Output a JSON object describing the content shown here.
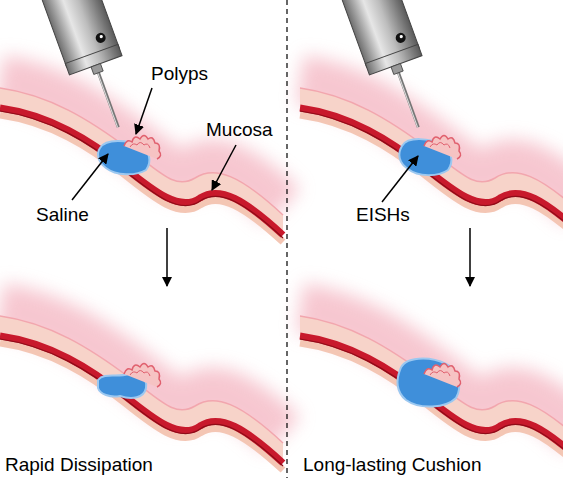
{
  "diagram": {
    "labels": [
      "Polyps",
      "Mucosa",
      "Saline",
      "EISHs",
      "Rapid Dissipation",
      "Long-lasting Cushion"
    ]
  }
}
